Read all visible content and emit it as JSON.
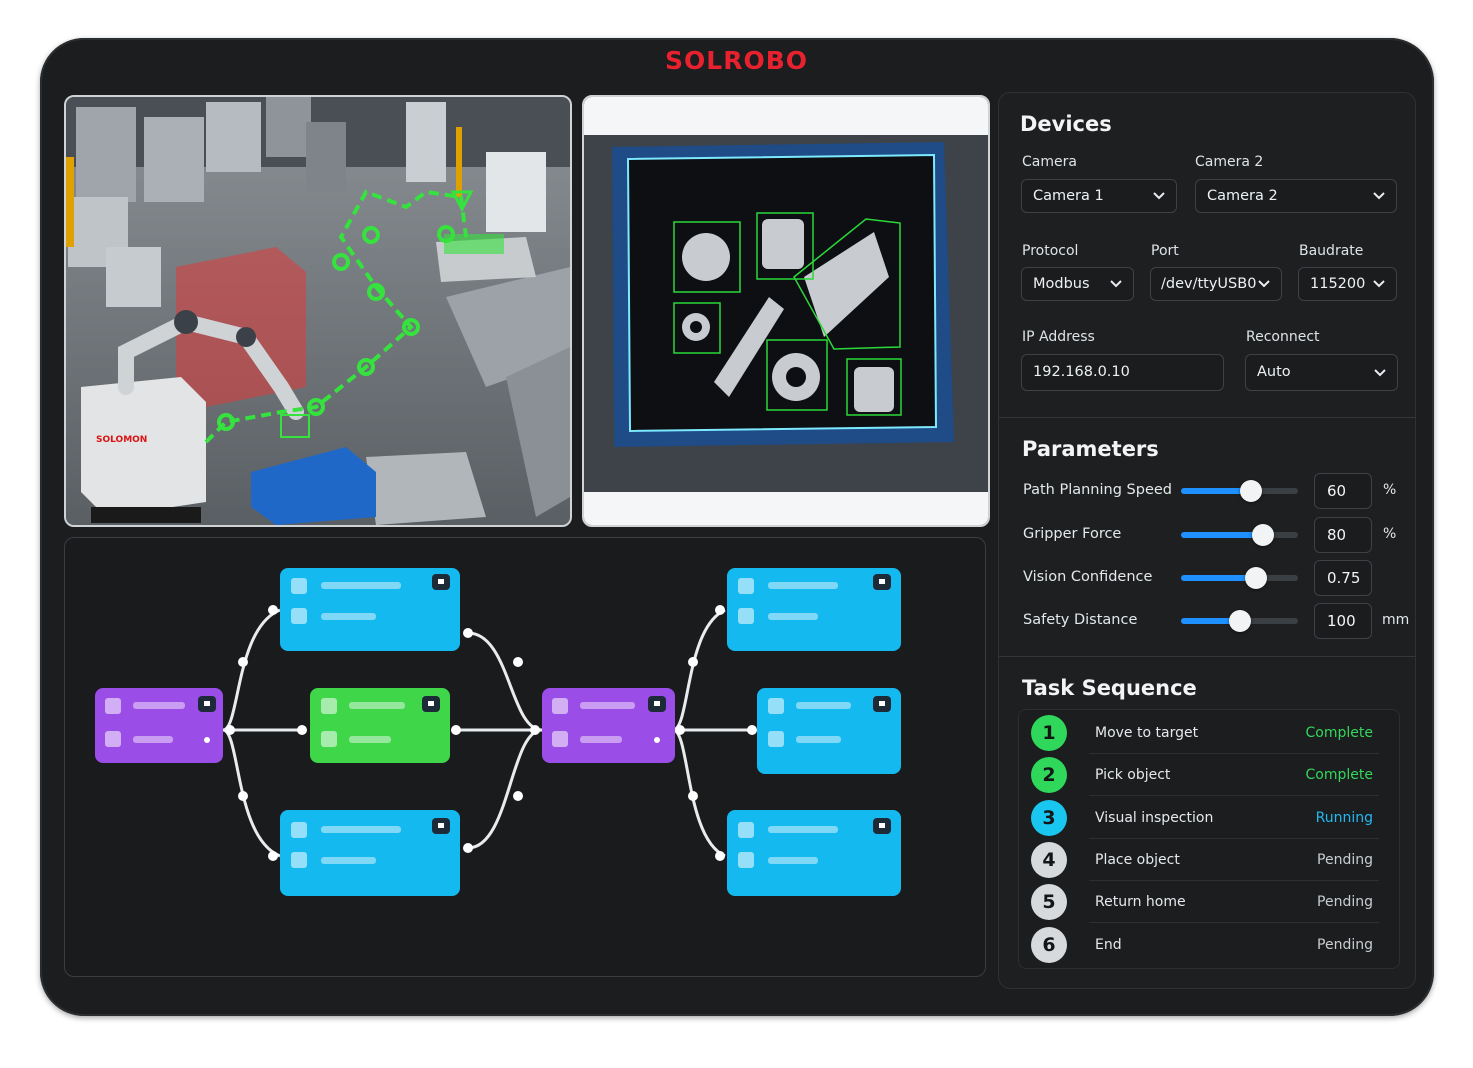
{
  "app": {
    "brand": "SOLROBO",
    "brand_color": "#e8212e"
  },
  "camera_views": {
    "left_view": {
      "robot_label": "SOLOMON"
    },
    "right_view": {}
  },
  "devices": {
    "title": "Devices",
    "camera": {
      "label": "Camera",
      "value": "Camera 1"
    },
    "camera2": {
      "label": "Camera 2",
      "value": "Camera 2"
    },
    "protocol": {
      "label": "Protocol",
      "value": "Modbus"
    },
    "port": {
      "label": "Port",
      "value": "/dev/ttyUSB0"
    },
    "baudrate": {
      "label": "Baudrate",
      "value": "115200"
    },
    "ip_address": {
      "label": "IP Address",
      "value": "192.168.0.10"
    },
    "reconnect": {
      "label": "Reconnect",
      "value": "Auto"
    }
  },
  "parameters": {
    "title": "Parameters",
    "items": [
      {
        "label": "Path Planning Speed",
        "value": "60",
        "unit": "%",
        "level": 0.6
      },
      {
        "label": "Gripper Force",
        "value": "80",
        "unit": "%",
        "level": 0.7
      },
      {
        "label": "Vision Confidence",
        "value": "0.75",
        "unit": "",
        "level": 0.64
      },
      {
        "label": "Safety Distance",
        "value": "100",
        "unit": "mm",
        "level": 0.5
      }
    ]
  },
  "task_sequence": {
    "title": "Task Sequence",
    "items": [
      {
        "number": "1",
        "name": "Move to target",
        "status": "Complete",
        "badge_color": "#2fd75a",
        "status_color": "#34d65c"
      },
      {
        "number": "2",
        "name": "Pick object",
        "status": "Complete",
        "badge_color": "#2fd75a",
        "status_color": "#34d65c"
      },
      {
        "number": "3",
        "name": "Visual inspection",
        "status": "Running",
        "badge_color": "#19c6ef",
        "status_color": "#22b8f0"
      },
      {
        "number": "4",
        "name": "Place object",
        "status": "Pending",
        "badge_color": "#d7dadc",
        "status_color": "#c9cdd0"
      },
      {
        "number": "5",
        "name": "Return home",
        "status": "Pending",
        "badge_color": "#d7dadc",
        "status_color": "#c9cdd0"
      },
      {
        "number": "6",
        "name": "End",
        "status": "Pending",
        "badge_color": "#d7dadc",
        "status_color": "#c9cdd0"
      }
    ]
  },
  "flow_colors": {
    "purple": "#9b4de8",
    "green": "#3fd64a",
    "cyan": "#14b9ef"
  }
}
